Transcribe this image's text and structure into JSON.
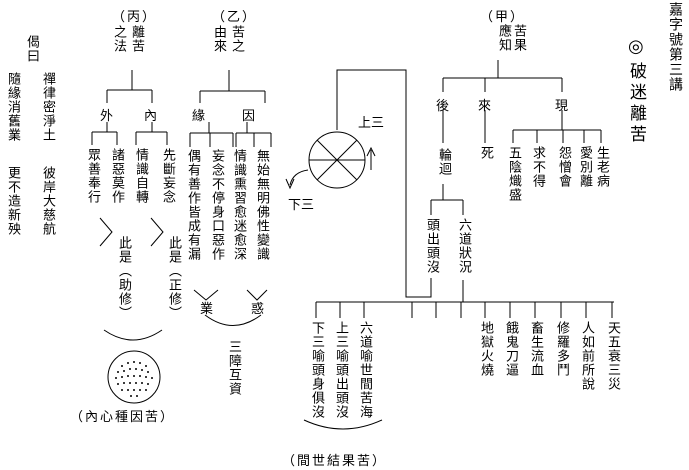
{
  "heading": {
    "series": "嘉字號第三講",
    "symbol": "◎",
    "title": "破迷離苦"
  },
  "jia": {
    "marker": "（甲）",
    "col1": "應知",
    "col2": "苦果",
    "branches": {
      "present": "現",
      "come": "來",
      "after": "後"
    },
    "present_items": [
      "生老病",
      "愛別離",
      "怨憎會",
      "求不得",
      "五陰熾盛"
    ],
    "come_item": "死",
    "after_item": "輪迴",
    "liudao": "六道狀況",
    "toudou": "頭出頭沒",
    "liudao_items": [
      "天五衰三災",
      "人如前所說",
      "修羅多鬥",
      "畜生流血",
      "餓鬼刀逼",
      "地獄火燒"
    ],
    "wheel_up": "上三",
    "wheel_down": "下三",
    "metaphor": [
      "六道喻世間苦海",
      "上三喻頭出頭沒",
      "下三喻頭身俱沒"
    ],
    "summary": "（間世結果苦）"
  },
  "yi": {
    "marker": "（乙）",
    "col1": "由來",
    "col2": "苦之",
    "branches": {
      "cause": "因",
      "condition": "緣"
    },
    "cause_items": [
      "無始無明佛性變識",
      "情識熏習愈迷愈深"
    ],
    "condition_items": [
      "妄念不停身口惡作",
      "偶有善作皆成有漏"
    ],
    "huo": "惑",
    "ye": "業",
    "three": "三障互資"
  },
  "bing": {
    "marker": "（丙）",
    "col1": "之法",
    "col2": "離苦",
    "branches": {
      "inner": "內",
      "outer": "外"
    },
    "inner_items": [
      "先斷妄念",
      "情識自轉"
    ],
    "outer_items": [
      "諸惡莫作",
      "眾善奉行"
    ],
    "zhengxiu": "此是（正修）",
    "zhuxiu": "此是（助修）",
    "seed": "（內心種因苦）"
  },
  "verse": {
    "label": "偈曰",
    "lines": [
      "禪律密淨土",
      "彼岸大慈航",
      "隨緣消舊業",
      "更不造新殃"
    ]
  }
}
